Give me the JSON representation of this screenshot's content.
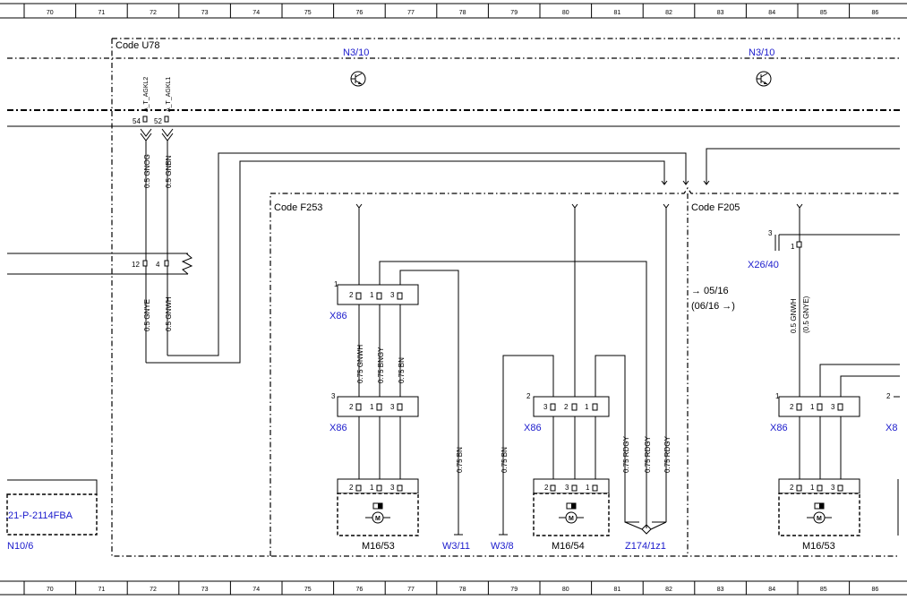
{
  "ruler": {
    "numbers": [
      "70",
      "71",
      "72",
      "73",
      "74",
      "75",
      "76",
      "77",
      "78",
      "79",
      "80",
      "81",
      "82",
      "83",
      "84",
      "85",
      "86"
    ]
  },
  "codes": {
    "u78": "Code U78",
    "f253": "Code F253",
    "f205": "Code F205"
  },
  "components": {
    "n3_10_left": "N3/10",
    "n3_10_right": "N3/10",
    "x86_top": "X86",
    "x86_mid_left": "X86",
    "x86_mid_center": "X86",
    "x86_right": "X86",
    "x86_right_cut": "X8",
    "x26_40": "X26/40",
    "m16_53_left": "M16/53",
    "m16_54": "M16/54",
    "m16_53_right": "M16/53",
    "w3_11": "W3/11",
    "w3_8": "W3/8",
    "z174_1z1": "Z174/1z1",
    "n10_6": "N10/6",
    "ref_2114": ".21-P-2114FBA"
  },
  "signals": {
    "s1": "A_T_AGKL2",
    "s2": "A_T_AGKL1"
  },
  "wires": {
    "gnog": "0.5 GNOG",
    "gnbn": "0.5 GNBN",
    "gnye": "0.5 GNYE",
    "gnwh": "0.5 GNWH",
    "gnwh_075": "0.75 GNWH",
    "bngy": "0.75 BNGY",
    "bn_075": "0.75 BN",
    "bn_w3_11": "0.75 BN",
    "bn_w3_8": "0.75 BN",
    "rdgy_1": "0.75 RDGY",
    "rdgy_2": "0.75 RDGY",
    "rdgy_3": "0.75 RDGY",
    "gnwh_right": "0.5 GNWH",
    "gnye_right": "(0.5 GNYE)"
  },
  "pins": {
    "p54": "54",
    "p52": "52",
    "p12": "12",
    "p4": "4",
    "c1": "1",
    "c2": "2",
    "c3": "3"
  },
  "notes": {
    "date_from": "→ 05/16",
    "date_to": "(06/16 →)"
  }
}
